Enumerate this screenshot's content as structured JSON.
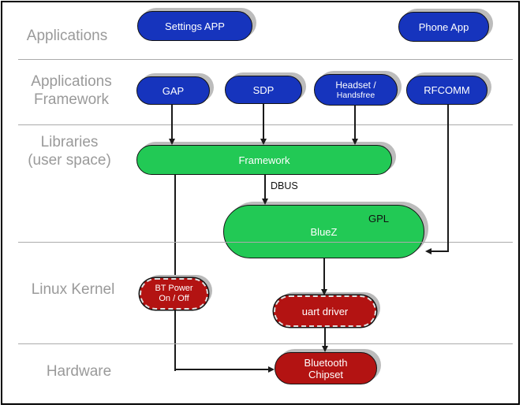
{
  "layers": [
    {
      "id": "applications",
      "lines": [
        "Applications"
      ]
    },
    {
      "id": "applications-framework",
      "lines": [
        "Applications",
        "Framework"
      ]
    },
    {
      "id": "libraries-user-space",
      "lines": [
        "Libraries",
        "(user space)"
      ]
    },
    {
      "id": "linux-kernel",
      "lines": [
        "Linux Kernel"
      ]
    },
    {
      "id": "hardware",
      "lines": [
        "Hardware"
      ]
    }
  ],
  "nodes": {
    "settings_app": {
      "label": "Settings APP"
    },
    "phone_app": {
      "label": "Phone App"
    },
    "gap": {
      "label": "GAP"
    },
    "sdp": {
      "label": "SDP"
    },
    "headset": {
      "lines": [
        "Headset /",
        "Handsfree"
      ]
    },
    "rfcomm": {
      "label": "RFCOMM"
    },
    "framework": {
      "label": "Framework"
    },
    "bluez": {
      "label": "BlueZ",
      "badge": "GPL"
    },
    "bt_power": {
      "lines": [
        "BT Power",
        "On / Off"
      ]
    },
    "uart_driver": {
      "label": "uart driver"
    },
    "bluetooth_chipset": {
      "lines": [
        "Bluetooth",
        "Chipset"
      ]
    }
  },
  "edge_labels": {
    "dbus": "DBUS"
  },
  "colors": {
    "application_blue": "#1634bd",
    "userspace_green": "#22c955",
    "kernel_red": "#b31312",
    "layer_label_gray": "#9a9a9a",
    "divider_gray": "#ababab",
    "shadow_gray": "#bcbcbc"
  }
}
